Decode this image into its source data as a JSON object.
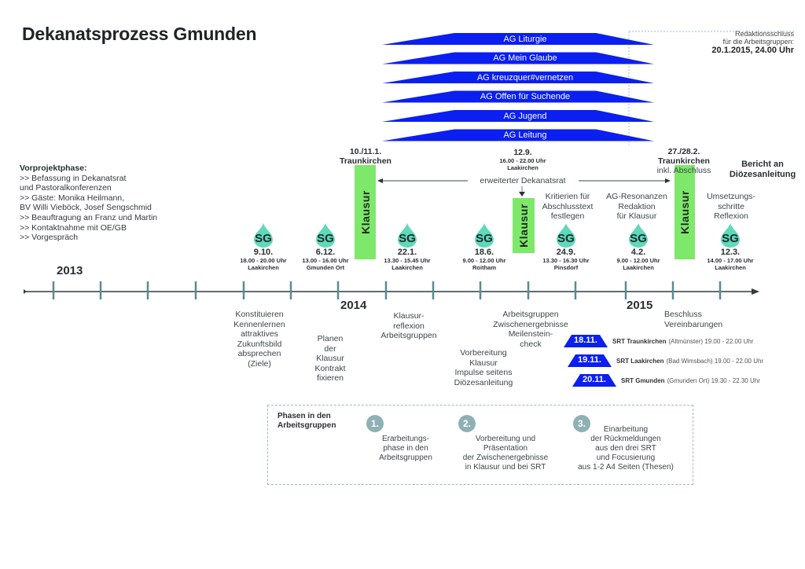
{
  "title": "Dekanatsprozess Gmunden",
  "colors": {
    "ag_banner": "#0a1ff0",
    "klausur": "#7ee86a",
    "sg_drop": "#5fd9b9",
    "timeline_tick": "#5a8a92",
    "timeline_line": "#2f3b40"
  },
  "ag_banners": [
    {
      "label": "AG Liturgie"
    },
    {
      "label": "AG Mein Glaube"
    },
    {
      "label": "AG kreuzquer#vernetzen"
    },
    {
      "label": "AG Offen für Suchende"
    },
    {
      "label": "AG Jugend"
    },
    {
      "label": "AG Leitung"
    }
  ],
  "deadline": {
    "line1": "Redaktionsschluss",
    "line2": "für die Arbeitsgruppen:",
    "date": "20.1.2015, 24.00 Uhr"
  },
  "vorprojektphase": {
    "heading": "Vorprojektphase:",
    "lines": [
      ">> Befassung in Dekanatsrat",
      "und Pastoralkonferenzen",
      ">> Gäste: Monika Heilmann,",
      "BV Willi Vieböck, Josef Sengschmid",
      ">> Beauftragung an Franz und Martin",
      ">> Kontaktnahme mit OE/GB",
      ">> Vorgespräch"
    ]
  },
  "sg_label": "SG",
  "sg_meetings": [
    {
      "date": "9.10.",
      "time": "18.00 - 20.00 Uhr",
      "place": "Laakirchen"
    },
    {
      "date": "6.12.",
      "time": "13.00 - 16.00 Uhr",
      "place": "Gmunden Ort"
    },
    {
      "date": "22.1.",
      "time": "13.30 - 15.45 Uhr",
      "place": "Laakirchen"
    },
    {
      "date": "18.6.",
      "time": "9.00 - 12.00 Uhr",
      "place": "Roitham"
    },
    {
      "date": "24.9.",
      "time": "13.30 - 16.30 Uhr",
      "place": "Pinsdorf"
    },
    {
      "date": "4.2.",
      "time": "9.00 - 12.00 Uhr",
      "place": "Laakirchen"
    },
    {
      "date": "12.3.",
      "time": "14.00 - 17.00 Uhr",
      "place": "Laakirchen"
    }
  ],
  "klausur_label": "Klausur",
  "klausur1": {
    "date": "10./11.1.",
    "place": "Traunkirchen"
  },
  "dekanatsrat": {
    "date": "12.9.",
    "time": "16.00 - 22.00 Uhr",
    "place": "Laakirchen",
    "label": "erweiterter Dekanatsrat"
  },
  "klausur3": {
    "date": "27./28.2.",
    "place": "Traunkirchen",
    "note": "inkl. Abschluss"
  },
  "bericht": {
    "line1": "Bericht an",
    "line2": "Diözesanleitung"
  },
  "upper_notes": {
    "kriterien": [
      "Kritierien für",
      "Abschlusstext",
      "festlegen"
    ],
    "resonanzen": [
      "AG-Resonanzen",
      "Redaktion",
      "für Klausur"
    ],
    "umsetzung": [
      "Umsetzungs-",
      "schritte",
      "Reflexion"
    ]
  },
  "years": {
    "y2013": "2013",
    "y2014": "2014",
    "y2015": "2015"
  },
  "lower_notes": {
    "konstituieren": [
      "Konstituieren",
      "Kennenlernen",
      "attraktives",
      "Zukunftsbild",
      "absprechen",
      "(Ziele)"
    ],
    "planen": [
      "Planen",
      "der",
      "Klausur",
      "Kontrakt",
      "fixieren"
    ],
    "klausurreflexion": [
      "Klausur-",
      "reflexion",
      "Arbeitsgruppen"
    ],
    "vorbereitung": [
      "Vorbereitung",
      "Klausur",
      "Impulse seitens",
      "Diözesanleitung"
    ],
    "zwischenergebnisse": [
      "Arbeitsgruppen",
      "Zwischenergebnisse",
      "Meilenstein-",
      "check"
    ],
    "beschluss": [
      "Beschluss",
      "Vereinbarungen"
    ]
  },
  "srt": [
    {
      "date": "18.11.",
      "name": "SRT Traunkirchen",
      "location": "(Altmünster)",
      "time": "19.00 - 22.00 Uhr"
    },
    {
      "date": "19.11.",
      "name": "SRT Laakirchen",
      "location": "(Bad Wimsbach)",
      "time": "19.00 - 22.00 Uhr"
    },
    {
      "date": "20.11.",
      "name": "SRT Gmunden",
      "location": "(Gmunden Ort)",
      "time": "19.30 - 22.30 Uhr"
    }
  ],
  "phases": {
    "title_line1": "Phasen in den",
    "title_line2": "Arbeitsgruppen",
    "items": [
      {
        "number": "1.",
        "lines": [
          "Erarbeitungs-",
          "phase in den",
          "Arbeitsgruppen"
        ]
      },
      {
        "number": "2.",
        "lines": [
          "Vorbereitung und",
          "Präsentation",
          "der Zwischenergebnisse",
          "in Klausur und bei SRT"
        ]
      },
      {
        "number": "3.",
        "lines": [
          "Einarbeitung",
          "der Rückmeldungen",
          "aus den drei SRT",
          "und Focusierung",
          "aus 1-2 A4 Seiten (Thesen)"
        ]
      }
    ]
  }
}
